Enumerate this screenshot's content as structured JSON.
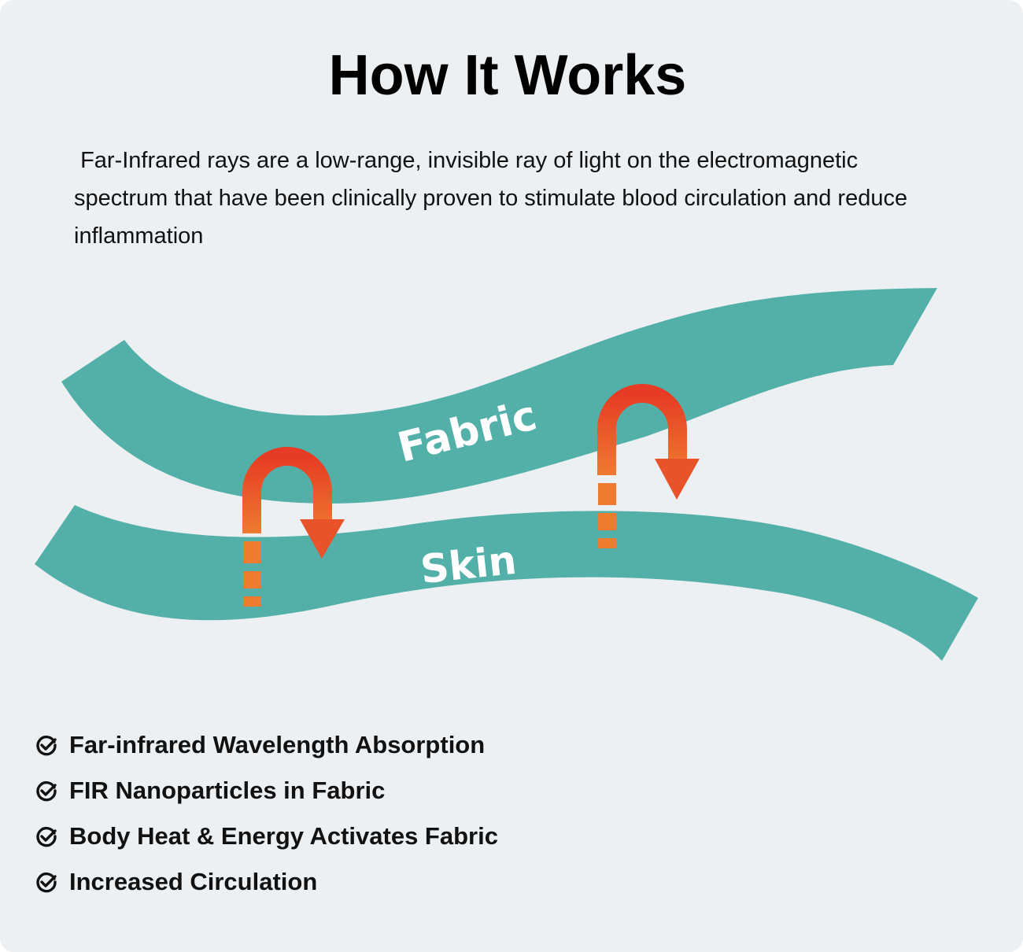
{
  "title": "How It Works",
  "intro": " Far-Infrared rays are a low-range, invisible ray of light on the electromagnetic spectrum that have been clinically proven to stimulate blood circulation and reduce inflammation",
  "diagram": {
    "fabric_label": "Fabric",
    "skin_label": "Skin",
    "band_color": "#52b0a9",
    "arrow_color": "#e8532a",
    "dash_color": "#ee7b2f"
  },
  "features": [
    {
      "icon": "check-circle-icon",
      "label": "Far-infrared Wavelength Absorption"
    },
    {
      "icon": "check-circle-icon",
      "label": "FIR Nanoparticles in Fabric"
    },
    {
      "icon": "check-circle-icon",
      "label": "Body Heat & Energy Activates Fabric"
    },
    {
      "icon": "check-circle-icon",
      "label": "Increased Circulation"
    }
  ]
}
